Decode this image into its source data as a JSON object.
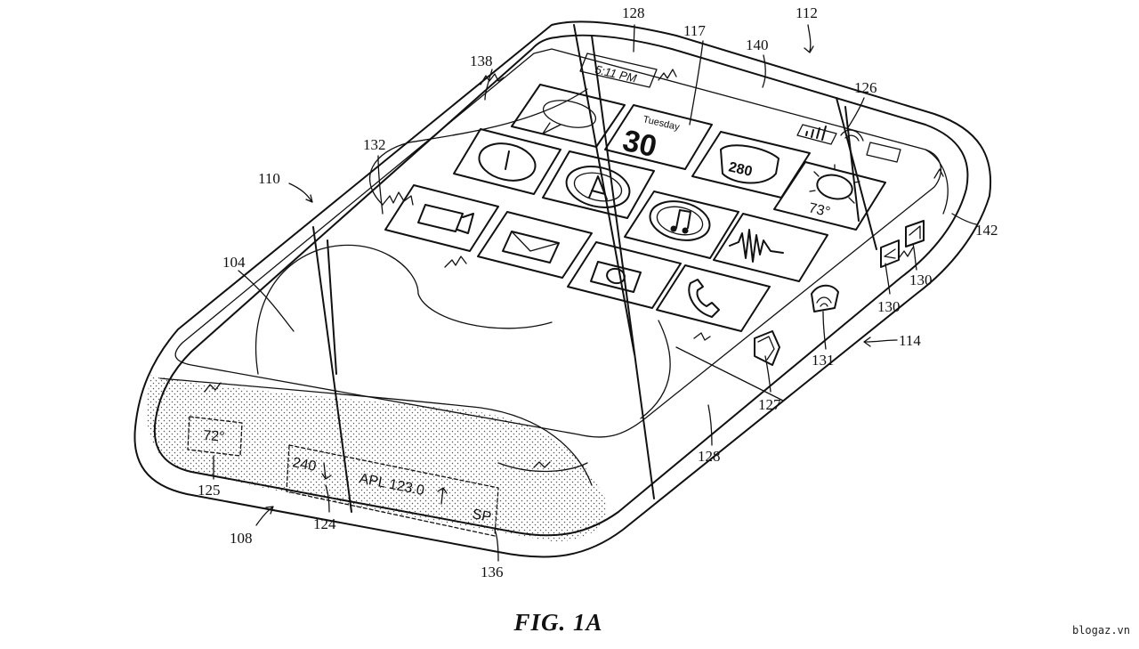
{
  "figure": {
    "caption": "FIG. 1A",
    "watermark": "blogaz.vn"
  },
  "screen": {
    "status_time": "5:11 PM",
    "calendar_day": "Tuesday",
    "calendar_date": "30",
    "highway_number": "280",
    "weather_temp": "73°"
  },
  "edge_display": {
    "temperature": "72°",
    "ticker_left": "240",
    "ticker_stock": "APL 123.0",
    "ticker_right": "SP"
  },
  "reference_numerals": {
    "r128_top": "128",
    "r117": "117",
    "r112": "112",
    "r138": "138",
    "r140": "140",
    "r126": "126",
    "r132": "132",
    "r110": "110",
    "r142": "142",
    "r104": "104",
    "r130_a": "130",
    "r130_b": "130",
    "r114": "114",
    "r131": "131",
    "r127": "127",
    "r128_bottom": "128",
    "r125": "125",
    "r124": "124",
    "r108": "108",
    "r136": "136"
  },
  "icons": [
    "message-bubble-icon",
    "clock-icon",
    "app-store-icon",
    "highway-sign-icon",
    "weather-sun-icon",
    "video-camera-icon",
    "envelope-icon",
    "music-note-icon",
    "waveform-icon",
    "camera-icon",
    "phone-icon",
    "signal-bars-icon",
    "wifi-icon",
    "battery-icon"
  ]
}
